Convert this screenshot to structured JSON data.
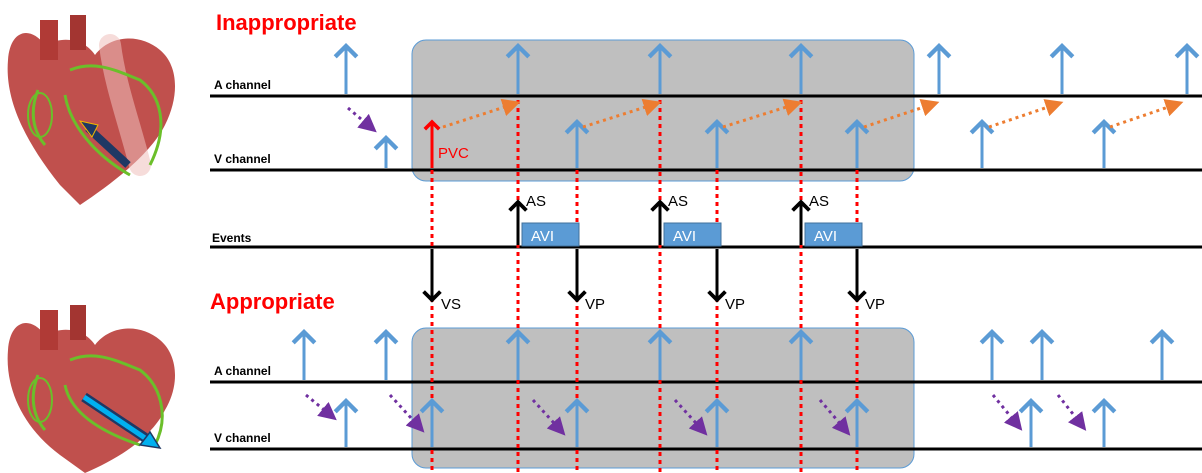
{
  "titles": {
    "top": "Inappropriate",
    "bottom": "Appropriate"
  },
  "channel_labels": {
    "top_a": "A channel",
    "top_v": "V channel",
    "events": "Events",
    "bottom_a": "A channel",
    "bottom_v": "V channel"
  },
  "event_labels": {
    "pvc": "PVC",
    "as": "AS",
    "vs": "VS",
    "vp": "VP",
    "avi": "AVI"
  },
  "colors": {
    "signal": "#5b9bd5",
    "shade": "#bfbfbf",
    "red_dash": "#ff0000",
    "orange": "#ed7d31",
    "purple": "#7030a0",
    "avi": "#5b9bd5",
    "heart": "#c0504d",
    "conduction": "#6bbf2a"
  },
  "icons": {
    "top_heart": "heart-icon-retrograde",
    "bottom_heart": "heart-icon-antegrade"
  }
}
